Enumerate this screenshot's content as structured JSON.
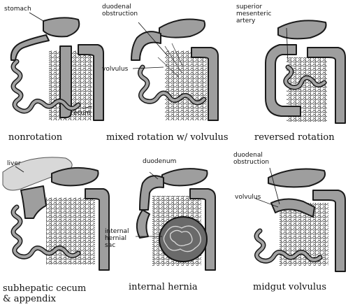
{
  "panels": [
    {
      "id": "nonrotation",
      "caption": "nonrotation",
      "labels": [
        "stomach",
        "cecum"
      ]
    },
    {
      "id": "mixed",
      "caption": "mixed rotation w/ volvulus",
      "labels": [
        "duodenal",
        "obstruction",
        "volvulus"
      ]
    },
    {
      "id": "reversed",
      "caption": "reversed rotation",
      "labels": [
        "superior",
        "mesenteric",
        "artery"
      ]
    },
    {
      "id": "subhepatic",
      "caption": "subhepatic cecum",
      "caption2": "& appendix",
      "labels": [
        "liver"
      ]
    },
    {
      "id": "hernia",
      "caption": "internal hernia",
      "labels": [
        "duodenum",
        "internal",
        "hernial",
        "sac"
      ]
    },
    {
      "id": "midgut",
      "caption": "midgut volvulus",
      "labels": [
        "duodenal",
        "obstruction",
        "volvulus"
      ]
    }
  ]
}
